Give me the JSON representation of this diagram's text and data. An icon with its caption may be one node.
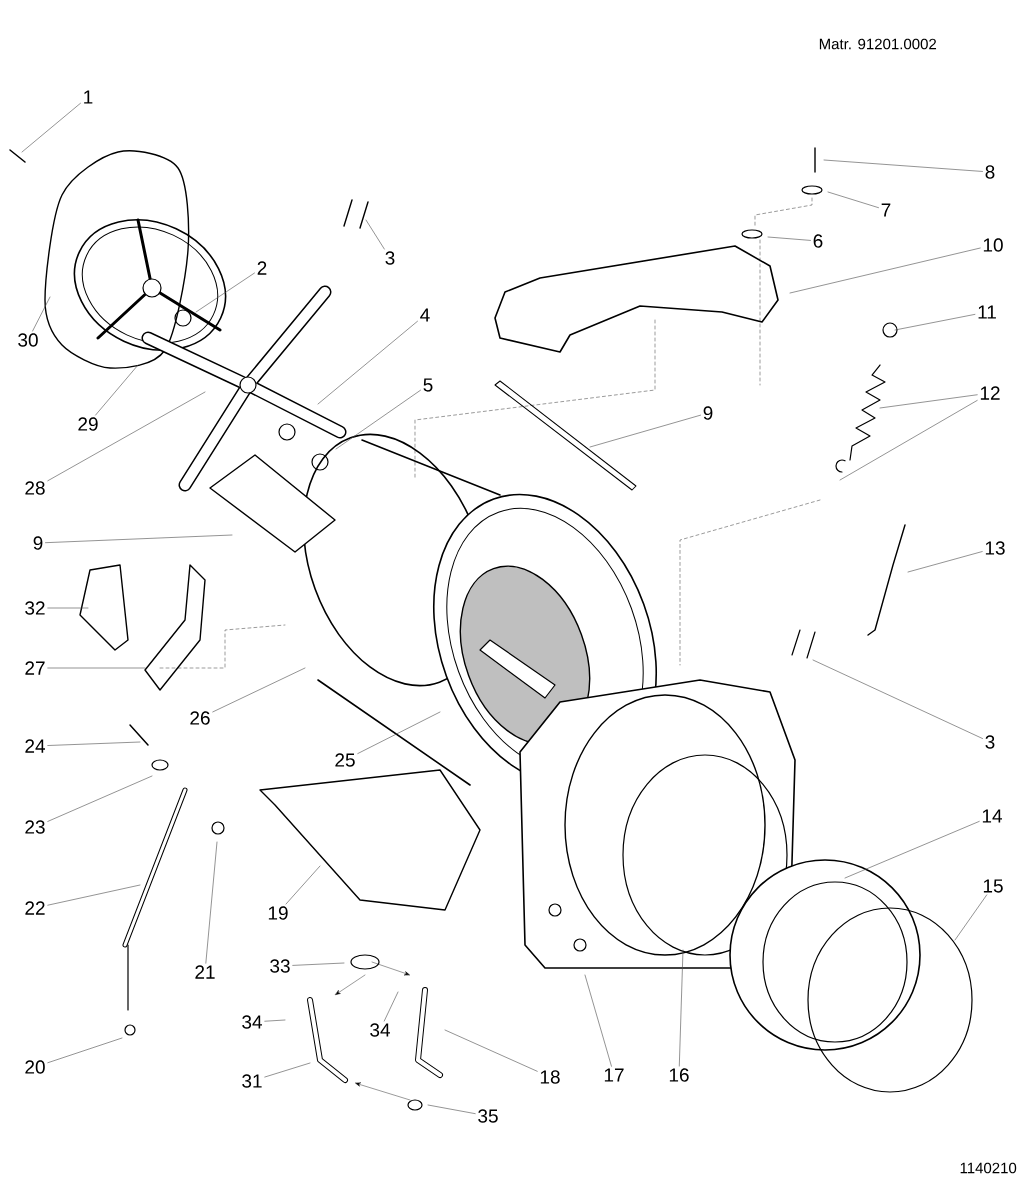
{
  "diagram": {
    "nodes": [
      {
        "text": [
          "1"
        ]
      },
      {
        "text": [
          "8"
        ]
      },
      {
        "text": [
          "7"
        ]
      },
      {
        "text": [
          "6"
        ]
      },
      {
        "text": [
          "3"
        ]
      },
      {
        "text": [
          "10"
        ]
      },
      {
        "text": [
          "2"
        ]
      },
      {
        "text": [
          "11"
        ]
      },
      {
        "text": [
          "30"
        ]
      },
      {
        "text": [
          "4"
        ]
      },
      {
        "text": [
          "5"
        ]
      },
      {
        "text": [
          "12"
        ]
      },
      {
        "text": [
          "9"
        ]
      },
      {
        "text": [
          "29"
        ]
      },
      {
        "text": [
          "28"
        ]
      },
      {
        "text": [
          "9"
        ]
      },
      {
        "text": [
          "13"
        ]
      },
      {
        "text": [
          "32"
        ]
      },
      {
        "text": [
          "27"
        ]
      },
      {
        "text": [
          "26"
        ]
      },
      {
        "text": [
          "3"
        ]
      },
      {
        "text": [
          "24"
        ]
      },
      {
        "text": [
          "25"
        ]
      },
      {
        "text": [
          "14"
        ]
      },
      {
        "text": [
          "23"
        ]
      },
      {
        "text": [
          "15"
        ]
      },
      {
        "text": [
          "22"
        ]
      },
      {
        "text": [
          "19"
        ]
      },
      {
        "text": [
          "21"
        ]
      },
      {
        "text": [
          "33"
        ]
      },
      {
        "text": [
          "34"
        ]
      },
      {
        "text": [
          "34"
        ]
      },
      {
        "text": [
          "20"
        ]
      },
      {
        "text": [
          "31"
        ]
      },
      {
        "text": [
          "18"
        ]
      },
      {
        "text": [
          "17"
        ]
      },
      {
        "text": [
          "16"
        ]
      },
      {
        "text": [
          "35"
        ]
      }
    ],
    "edges": [
      {
        "from": 0,
        "to": null,
        "arrow": "none"
      },
      {
        "from": 1,
        "to": null,
        "arrow": "none"
      },
      {
        "from": 2,
        "to": null,
        "arrow": "none"
      },
      {
        "from": 3,
        "to": null,
        "arrow": "none"
      },
      {
        "from": 4,
        "to": null,
        "arrow": "none"
      },
      {
        "from": 5,
        "to": null,
        "arrow": "none"
      },
      {
        "from": 6,
        "to": null,
        "arrow": "none"
      },
      {
        "from": 7,
        "to": null,
        "arrow": "none"
      },
      {
        "from": 8,
        "to": null,
        "arrow": "none"
      },
      {
        "from": 9,
        "to": null,
        "arrow": "none"
      },
      {
        "from": 10,
        "to": null,
        "arrow": "none"
      },
      {
        "from": 11,
        "to": null,
        "arrow": "none"
      },
      {
        "from": 11,
        "to": null,
        "arrow": "none"
      },
      {
        "from": 12,
        "to": null,
        "arrow": "none"
      },
      {
        "from": 13,
        "to": null,
        "arrow": "none"
      },
      {
        "from": 14,
        "to": null,
        "arrow": "none"
      },
      {
        "from": 15,
        "to": null,
        "arrow": "none"
      },
      {
        "from": 16,
        "to": null,
        "arrow": "none"
      },
      {
        "from": 17,
        "to": null,
        "arrow": "none"
      },
      {
        "from": 18,
        "to": null,
        "arrow": "none"
      },
      {
        "from": 19,
        "to": null,
        "arrow": "none"
      },
      {
        "from": 20,
        "to": null,
        "arrow": "none"
      },
      {
        "from": 21,
        "to": null,
        "arrow": "none"
      },
      {
        "from": 22,
        "to": null,
        "arrow": "none"
      },
      {
        "from": 23,
        "to": null,
        "arrow": "none"
      },
      {
        "from": 24,
        "to": null,
        "arrow": "none"
      },
      {
        "from": 25,
        "to": null,
        "arrow": "none"
      },
      {
        "from": 26,
        "to": null,
        "arrow": "none"
      },
      {
        "from": 27,
        "to": null,
        "arrow": "none"
      },
      {
        "from": 28,
        "to": null,
        "arrow": "none"
      },
      {
        "from": 29,
        "to": null,
        "arrow": "none"
      },
      {
        "from": 30,
        "to": null,
        "arrow": "none"
      },
      {
        "from": 31,
        "to": null,
        "arrow": "none"
      },
      {
        "from": 32,
        "to": null,
        "arrow": "none"
      },
      {
        "from": 33,
        "to": null,
        "arrow": "none"
      },
      {
        "from": 34,
        "to": null,
        "arrow": "none"
      },
      {
        "from": 35,
        "to": null,
        "arrow": "none"
      },
      {
        "from": 36,
        "to": null,
        "arrow": "none"
      },
      {
        "from": 37,
        "to": null,
        "arrow": "none"
      }
    ],
    "labels": [
      "Matr. 91201.0002",
      "1140210"
    ]
  }
}
